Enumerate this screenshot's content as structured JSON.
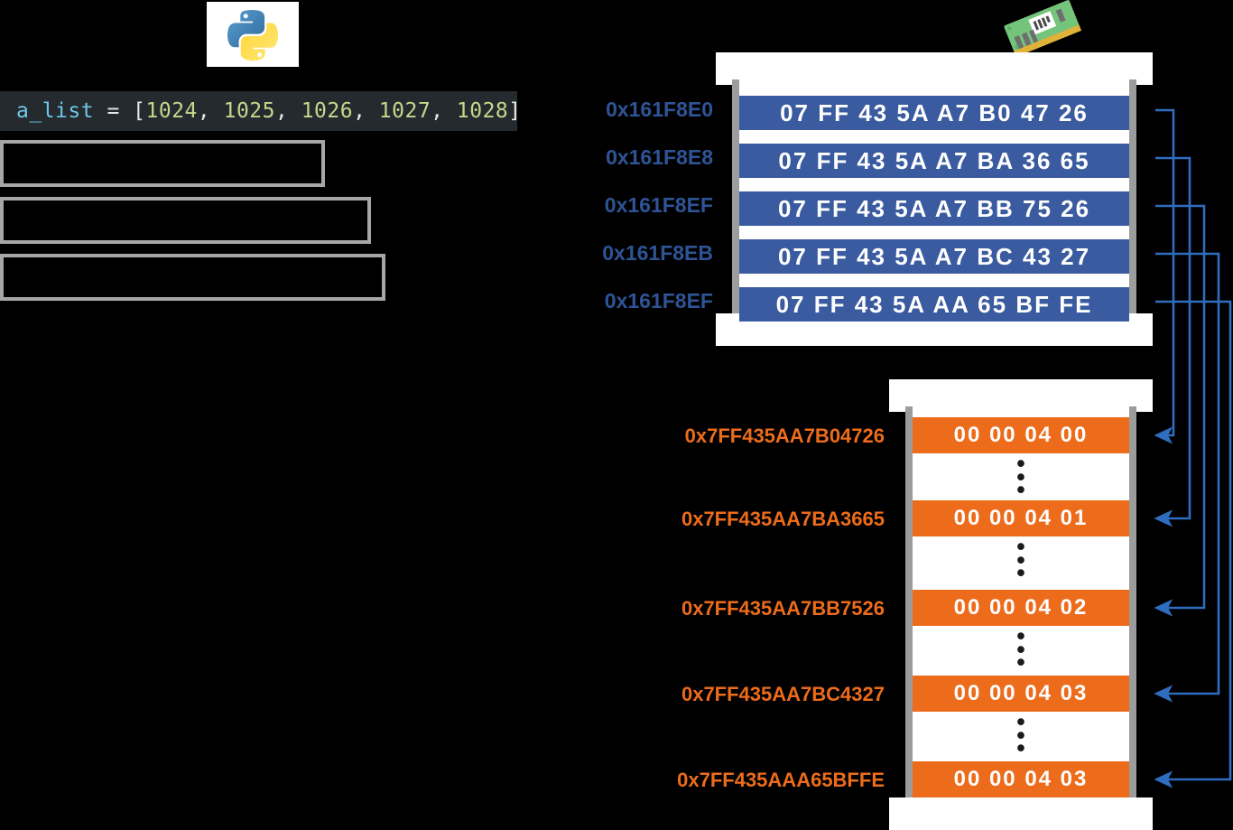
{
  "logos": {
    "python": "python-logo",
    "ram": "ram-chip-icon"
  },
  "code": {
    "variable": "a_list",
    "operator": " = ",
    "open_bracket": "[",
    "close_bracket": "]",
    "separator": ", ",
    "values": [
      "1024",
      "1025",
      "1026",
      "1027",
      "1028"
    ],
    "full_text": "a_list = [1024, 1025, 1026, 1027, 1028]"
  },
  "empty_boxes": [
    {
      "name": "placeholder-box-1"
    },
    {
      "name": "placeholder-box-2"
    },
    {
      "name": "placeholder-box-3"
    }
  ],
  "list_block": {
    "label": "list-object-memory",
    "color": "#3A5BA0",
    "address_color": "#2E5496",
    "rows": [
      {
        "address": "0x161F8E0",
        "bytes": "07 FF 43 5A A7 B0 47 26"
      },
      {
        "address": "0x161F8E8",
        "bytes": "07 FF 43 5A A7 BA 36 65"
      },
      {
        "address": "0x161F8EF",
        "bytes": "07 FF 43 5A A7 BB 75 26"
      },
      {
        "address": "0x161F8EB",
        "bytes": "07 FF 43 5A A7 BC 43 27"
      },
      {
        "address": "0x161F8EF",
        "bytes": "07 FF 43 5A AA 65 BF FE"
      }
    ]
  },
  "int_block": {
    "label": "int-objects-memory",
    "color": "#ED6C1B",
    "address_color": "#ED6C1B",
    "ellipsis": "⋮",
    "rows": [
      {
        "address": "0x7FF435AA7B04726",
        "bytes": "00 00 04 00"
      },
      {
        "address": "0x7FF435AA7BA3665",
        "bytes": "00 00 04 01"
      },
      {
        "address": "0x7FF435AA7BB7526",
        "bytes": "00 00 04 02"
      },
      {
        "address": "0x7FF435AA7BC4327",
        "bytes": "00 00 04 03"
      },
      {
        "address": "0x7FF435AAA65BFFE",
        "bytes": "00 00 04 03"
      }
    ]
  },
  "connectors": {
    "color": "#2F6DC0",
    "count": 5,
    "description": "pointer-arrows-list-to-ints"
  }
}
